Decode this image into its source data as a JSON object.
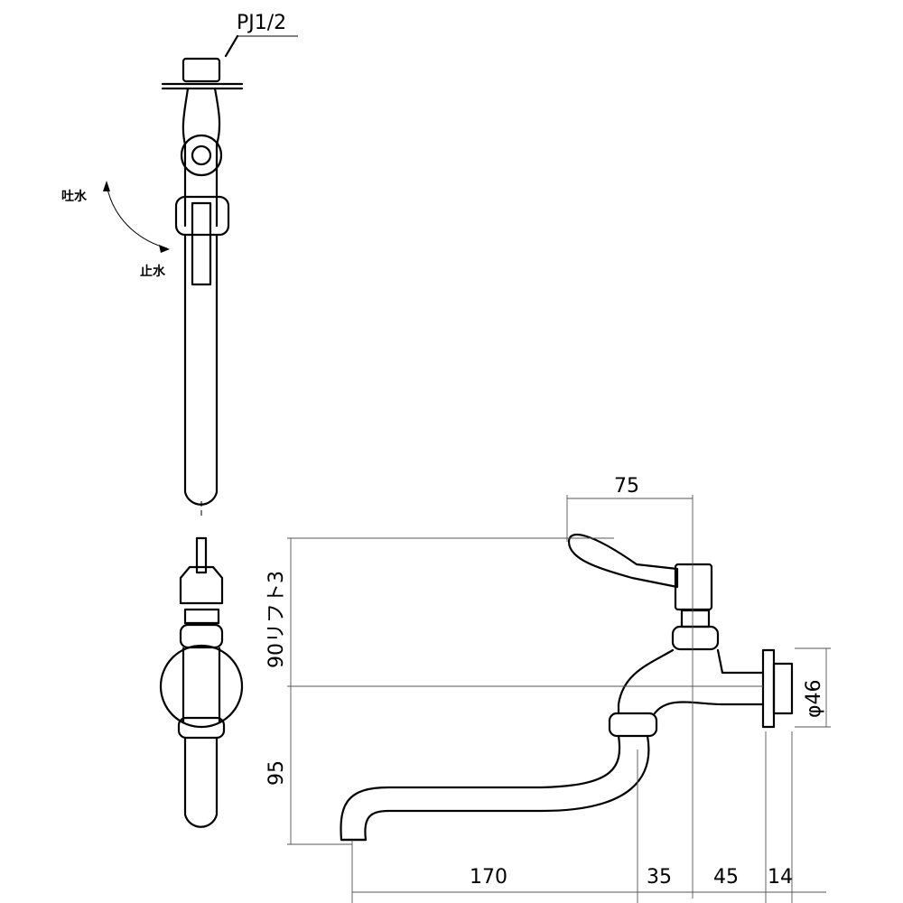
{
  "labels": {
    "thread": "PJ1/2",
    "open": "吐水",
    "close": "止水"
  },
  "dimensions": {
    "handle_width": "75",
    "lever_height": "90リフト3",
    "spout_height": "95",
    "diameter": "φ46",
    "spout_length": "170",
    "d35": "35",
    "d45": "45",
    "d14": "14"
  }
}
